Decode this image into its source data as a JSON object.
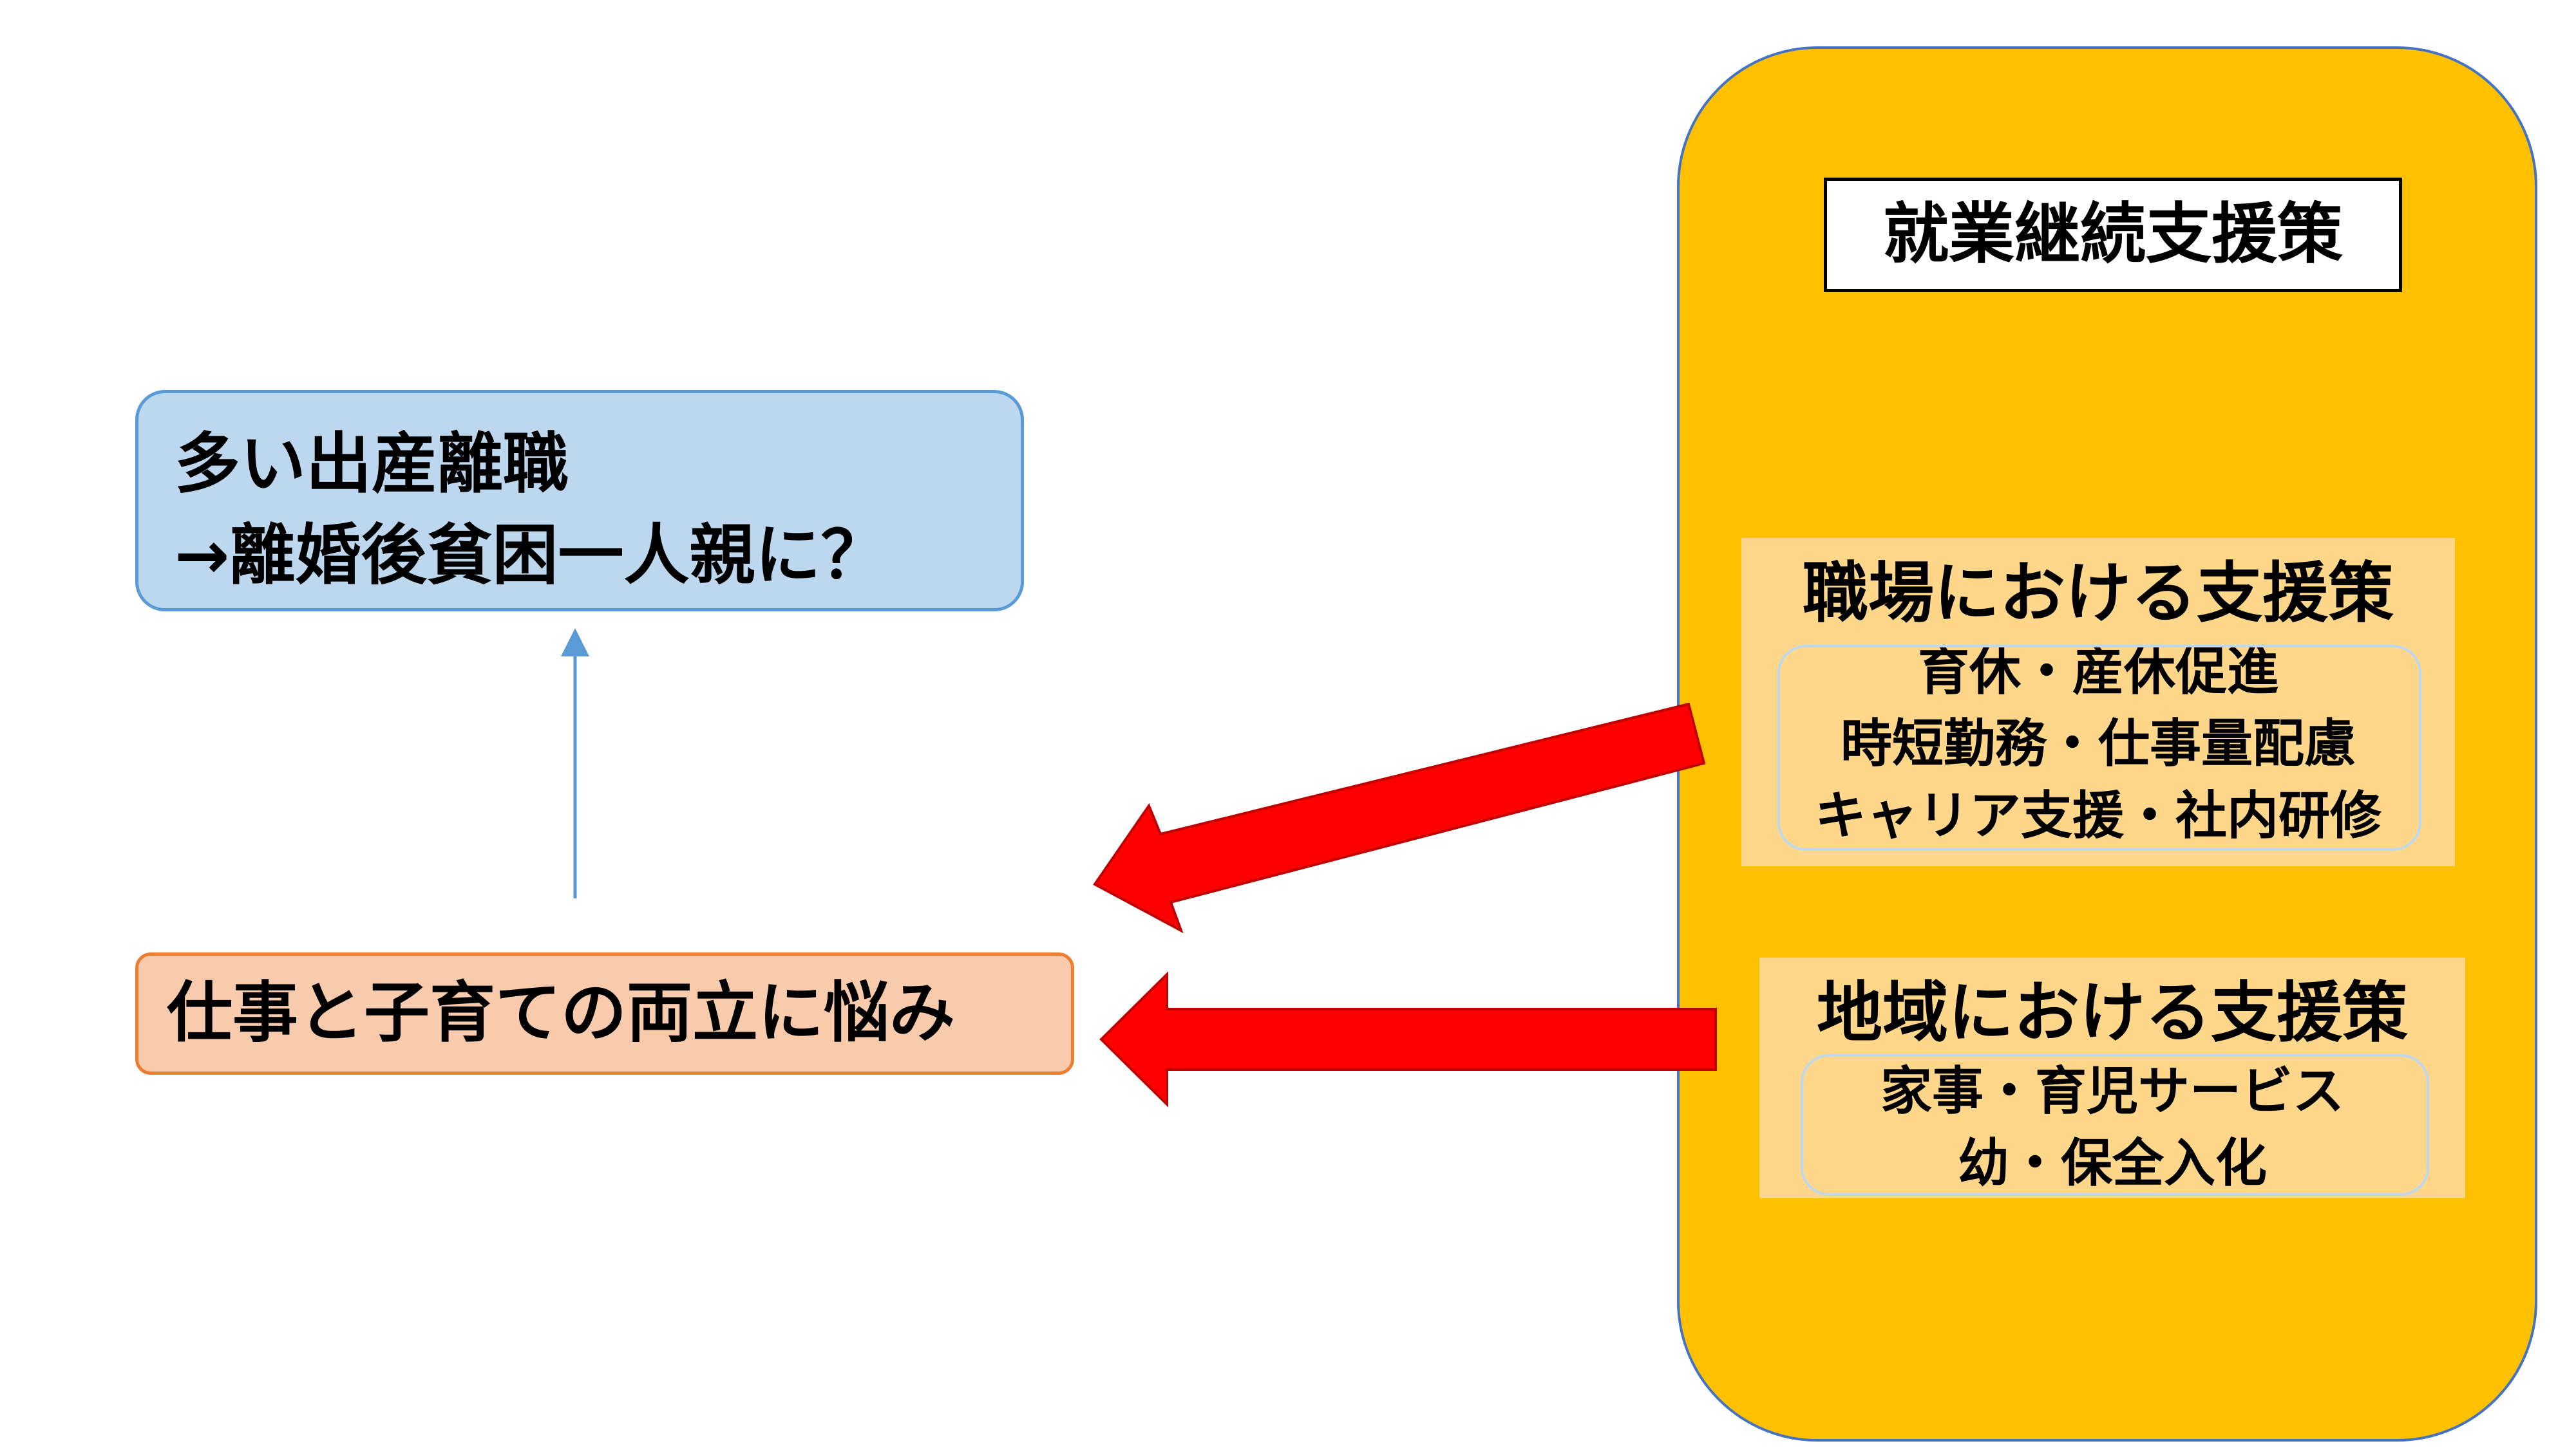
{
  "problem": {
    "line1": "多い出産離職",
    "line2": "→離婚後貧困一人親に？"
  },
  "cause": {
    "text": "仕事と子育ての両立に悩み"
  },
  "panel": {
    "title": "就業継続支援策"
  },
  "workplace": {
    "heading": "職場における支援策",
    "items": [
      "育休・産休促進",
      "時短勤務・仕事量配慮",
      "キャリア支援・社内研修"
    ]
  },
  "community": {
    "heading": "地域における支援策",
    "items": [
      "家事・育児サービス",
      "幼・保全入化"
    ]
  },
  "colors": {
    "problem_fill": "#bdd7ee",
    "problem_border": "#5b9bd5",
    "cause_fill": "#f8cbad",
    "cause_border": "#ed7d31",
    "panel_fill": "#ffc000",
    "panel_border": "#4472c4",
    "support_fill": "#ffd78a",
    "arrow_red": "#ff0000",
    "connector_blue": "#5b9bd5"
  }
}
